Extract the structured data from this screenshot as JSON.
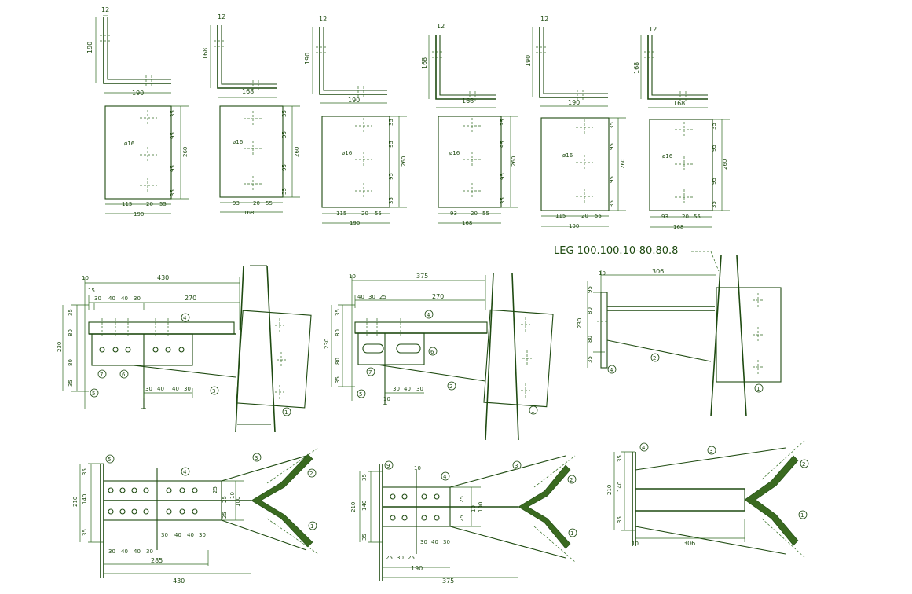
{
  "colors": {
    "line": "#1e4a10",
    "background": "#ffffff"
  },
  "angles": [
    {
      "leg_v": "190",
      "leg_h": "190",
      "t": "12",
      "hole": "ø16",
      "d1": "35",
      "d2": "95",
      "d3": "95",
      "d4": "35",
      "height": "260",
      "b1": "115",
      "b2": "20",
      "b3": "55",
      "width": "190"
    },
    {
      "leg_v": "168",
      "leg_h": "168",
      "t": "12",
      "hole": "ø16",
      "d1": "35",
      "d2": "95",
      "d3": "95",
      "d4": "35",
      "height": "260",
      "b1": "93",
      "b2": "20",
      "b3": "55",
      "width": "168"
    },
    {
      "leg_v": "190",
      "leg_h": "190",
      "t": "12",
      "hole": "ø16",
      "d1": "35",
      "d2": "95",
      "d3": "95",
      "d4": "35",
      "height": "260",
      "b1": "115",
      "b2": "20",
      "b3": "55",
      "width": "190"
    },
    {
      "leg_v": "168",
      "leg_h": "168",
      "t": "12",
      "hole": "ø16",
      "d1": "35",
      "d2": "95",
      "d3": "95",
      "d4": "35",
      "height": "260",
      "b1": "93",
      "b2": "20",
      "b3": "55",
      "width": "168"
    },
    {
      "leg_v": "190",
      "leg_h": "190",
      "t": "12",
      "hole": "ø16",
      "d1": "35",
      "d2": "95",
      "d3": "95",
      "d4": "35",
      "height": "260",
      "b1": "115",
      "b2": "20",
      "b3": "55",
      "width": "190"
    },
    {
      "leg_v": "168",
      "leg_h": "168",
      "t": "12",
      "hole": "ø16",
      "d1": "35",
      "d2": "95",
      "d3": "95",
      "d4": "35",
      "height": "260",
      "b1": "93",
      "b2": "20",
      "b3": "55",
      "width": "168"
    }
  ],
  "elev1": {
    "top": "430",
    "t10": "10",
    "t15": "15",
    "s30a": "30",
    "s40a": "40",
    "s40b": "40",
    "s30b": "30",
    "len": "270",
    "v35a": "35",
    "v80a": "80",
    "v80b": "80",
    "v35b": "35",
    "h230": "230",
    "b30": "30",
    "b40a": "40",
    "b40b": "40",
    "b30b": "30",
    "c1": "1",
    "c2": "3",
    "c3": "4",
    "c4": "5",
    "c5": "6",
    "c6": "7"
  },
  "elev2": {
    "top": "375",
    "t10": "10",
    "s40": "40",
    "s30": "30",
    "s25": "25",
    "len": "270",
    "v35a": "35",
    "v80a": "80",
    "v80b": "80",
    "v35b": "35",
    "h230": "230",
    "b10": "10",
    "b30": "30",
    "b40": "40",
    "b30b": "30",
    "c1": "1",
    "c2": "2",
    "c3": "4",
    "c4": "5",
    "c5": "6",
    "c6": "7"
  },
  "elev3": {
    "note": "LEG 100.100.10-80.80.8",
    "top": "306",
    "t10": "10",
    "v95a": "95",
    "v80a": "80",
    "v80b": "80",
    "v35": "35",
    "h230": "230",
    "c1": "1",
    "c2": "2",
    "c3": "4"
  },
  "plan1": {
    "c5": "5",
    "c4": "4",
    "c3": "3",
    "c2": "2",
    "c1": "1",
    "v35a": "35",
    "v140": "140",
    "v35b": "35",
    "h210": "210",
    "r25a": "25",
    "r25b": "25",
    "r25c": "25",
    "r100": "100",
    "r10": "10",
    "b30a": "30",
    "b40a": "40",
    "b40b": "40",
    "b30b": "30",
    "b30c": "30",
    "b40c": "40",
    "b40d": "40",
    "b30d": "30",
    "w285": "285",
    "w430": "430"
  },
  "plan2": {
    "c9": "9",
    "c4": "4",
    "c3": "3",
    "c2": "2",
    "c1": "1",
    "t10": "10",
    "v35a": "35",
    "v140": "140",
    "v35b": "35",
    "h210": "210",
    "r25a": "25",
    "r25b": "25",
    "r100": "100",
    "r10": "10",
    "b30": "30",
    "b40": "40",
    "b30b": "30",
    "b25a": "25",
    "b30c": "30",
    "b25b": "25",
    "w190": "190",
    "w375": "375"
  },
  "plan3": {
    "c4": "4",
    "c3": "3",
    "c2": "2",
    "c1": "1",
    "v35a": "35",
    "v140": "140",
    "v35b": "35",
    "h210": "210",
    "t10": "10",
    "w306": "306"
  }
}
